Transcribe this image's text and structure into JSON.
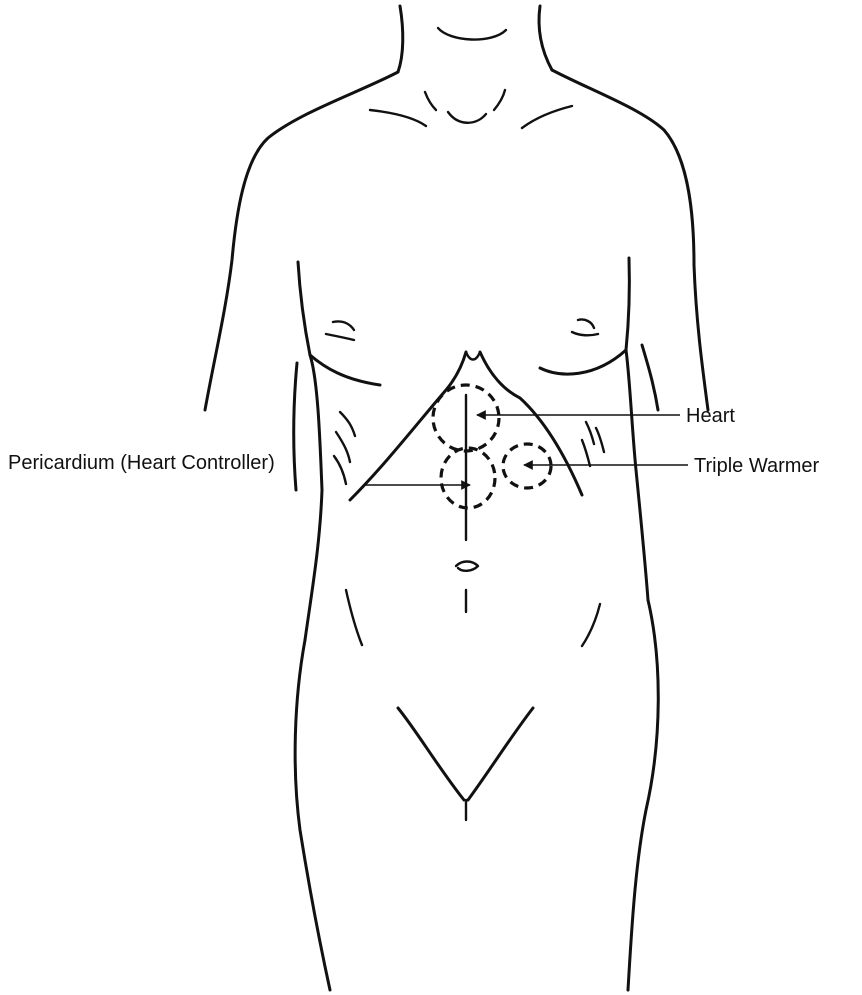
{
  "labels": {
    "heart": "Heart",
    "triple_warmer": "Triple Warmer",
    "pericardium": "Pericardium (Heart Controller)"
  },
  "colors": {
    "ink": "#111111",
    "background": "#ffffff"
  }
}
